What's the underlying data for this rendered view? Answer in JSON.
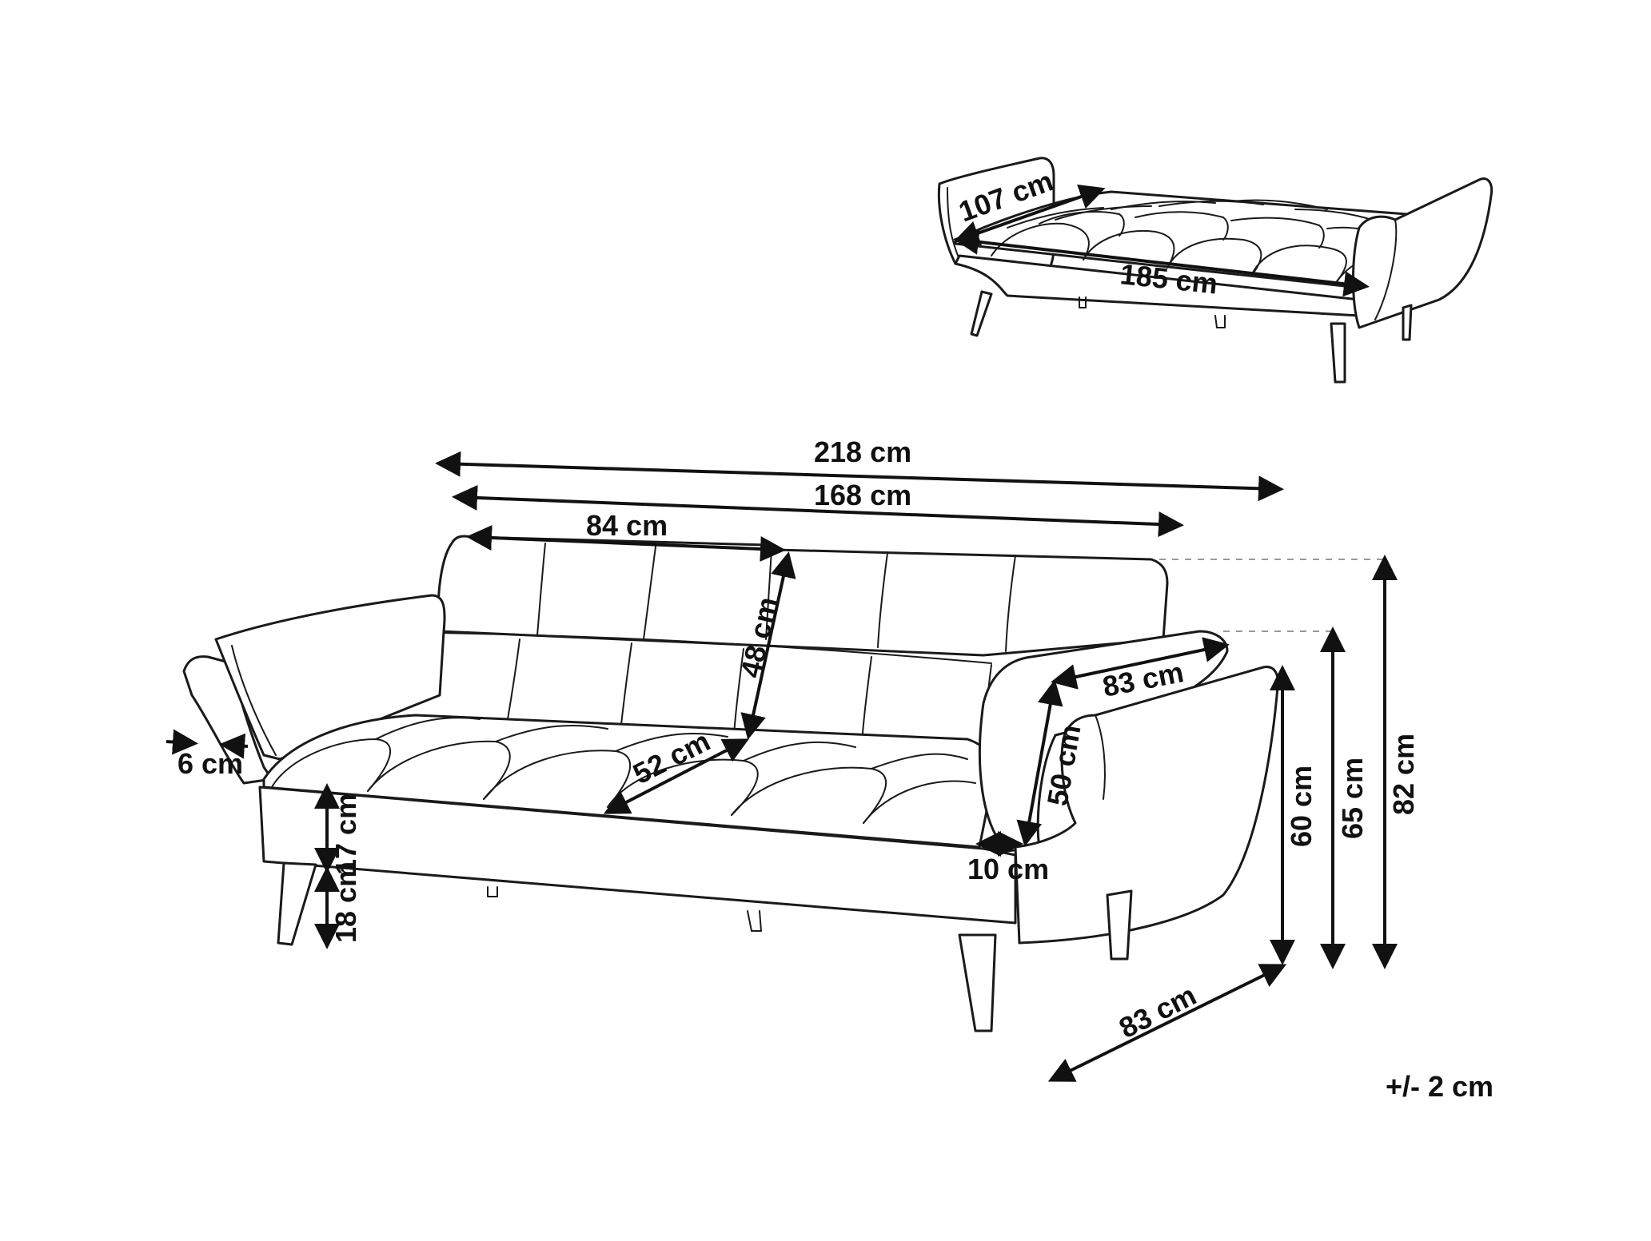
{
  "dimensions": {
    "width_total": "218 cm",
    "width_seat": "168 cm",
    "backrest_section_width": "84 cm",
    "backrest_height": "48 cm",
    "seat_depth": "52 cm",
    "armrest_length": "83 cm",
    "armrest_height": "50 cm",
    "armrest_thickness": "10 cm",
    "armrest_gap": "6 cm",
    "seat_thickness": "17 cm",
    "leg_height": "18 cm",
    "height_seat_to_arm": "60 cm",
    "height_arm_top": "65 cm",
    "height_total": "82 cm",
    "depth_total": "83 cm",
    "bed_width": "107 cm",
    "bed_length": "185 cm"
  },
  "tolerance": "+/- 2 cm",
  "colors": {
    "line": "#1a1a1a",
    "guide": "#999999",
    "background": "#ffffff"
  }
}
